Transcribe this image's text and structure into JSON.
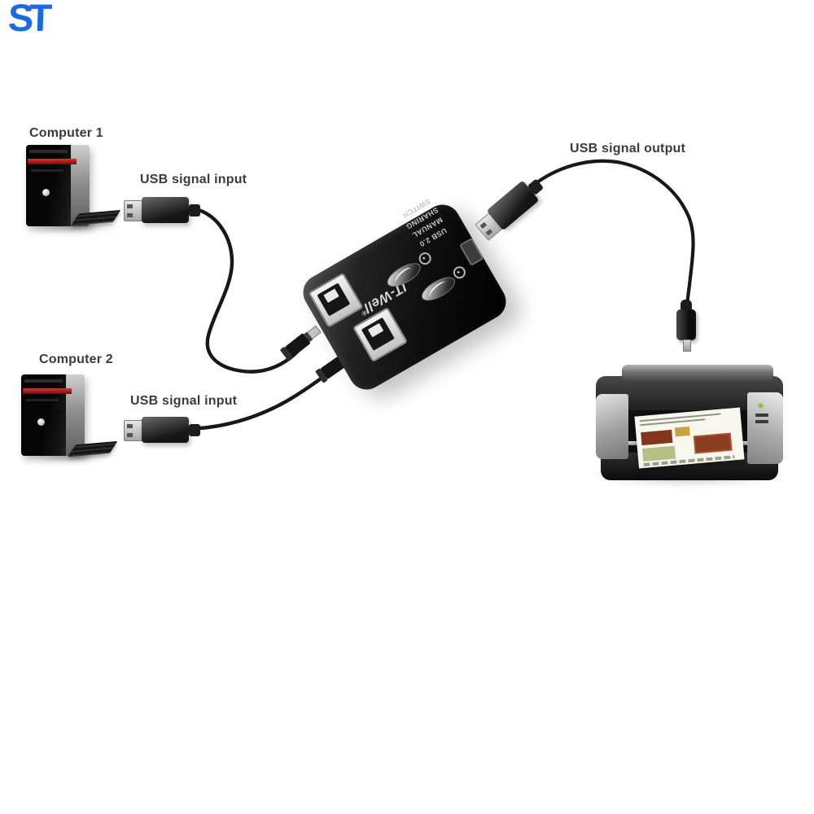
{
  "logo": {
    "text": "ST"
  },
  "labels": {
    "computer_1": "Computer 1",
    "computer_2": "Computer 2",
    "usb_input_1": "USB signal input",
    "usb_input_2": "USB signal input",
    "usb_output": "USB signal output"
  },
  "device": {
    "brand": "IT-Well",
    "trademark": "®",
    "title_line_1": "USB 2.0 MANUAL",
    "title_line_2": "SHARING SWITCH"
  },
  "colors": {
    "logo_blue": "#1a6be0",
    "cable_black": "#181818",
    "tower_stripe_red": "#c22222",
    "printer_led_green": "#86c42a"
  }
}
